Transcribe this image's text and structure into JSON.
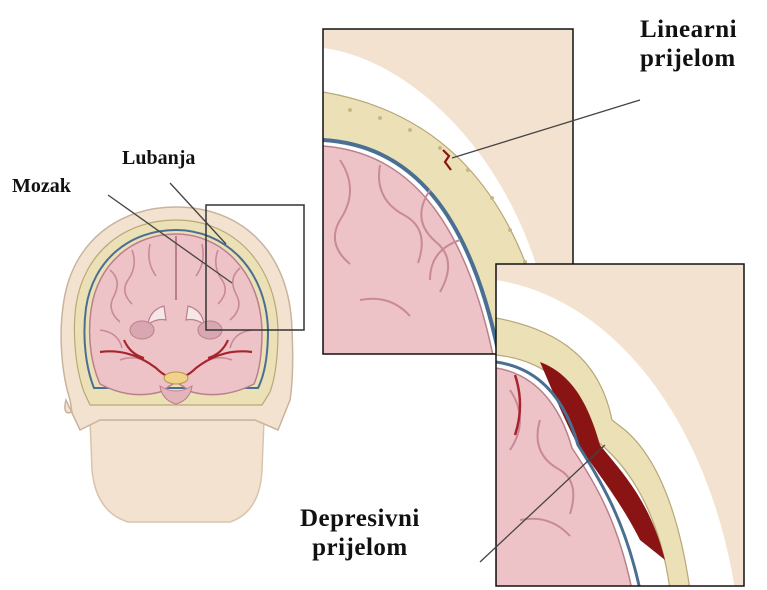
{
  "labels": {
    "brain": "Mozak",
    "skull": "Lubanja",
    "linear_fracture_line1": "Linearni",
    "linear_fracture_line2": "prijelom",
    "depressed_fracture_line1": "Depresivni",
    "depressed_fracture_line2": "prijelom"
  },
  "colors": {
    "skin": "#f3e2cf",
    "skin_outline": "#c8b49d",
    "bone": "#ece0b6",
    "brain": "#eec3c8",
    "brain_outline": "#b9808c",
    "vessel": "#a8242d",
    "dura": "#4a6f93",
    "hematoma": "#8a1414",
    "leader": "#444444"
  }
}
